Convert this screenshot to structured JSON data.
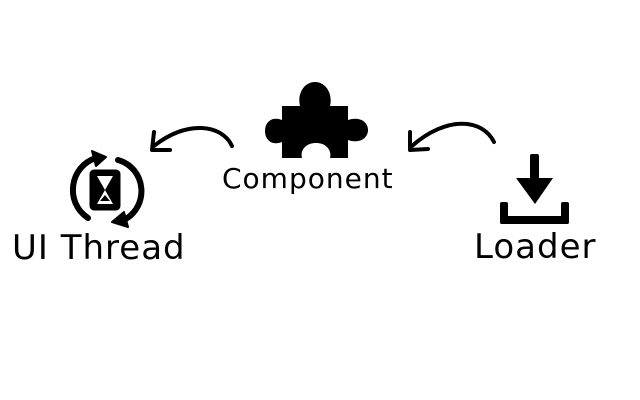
{
  "diagram": {
    "nodes": [
      {
        "id": "ui-thread",
        "label": "UI Thread",
        "icon": "hourglass-cycle-icon"
      },
      {
        "id": "component",
        "label": "Component",
        "icon": "puzzle-piece-icon"
      },
      {
        "id": "loader",
        "label": "Loader",
        "icon": "download-icon"
      }
    ],
    "edges": [
      {
        "from": "loader",
        "to": "component"
      },
      {
        "from": "component",
        "to": "ui-thread"
      }
    ],
    "colors": {
      "ink": "#000000",
      "background": "#ffffff"
    }
  }
}
